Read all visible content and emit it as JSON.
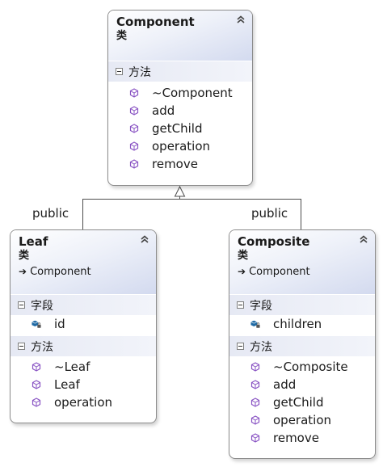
{
  "component": {
    "name": "Component",
    "kind": "类",
    "methods_label": "方法",
    "methods": [
      "~Component",
      "add",
      "getChild",
      "operation",
      "remove"
    ]
  },
  "leaf": {
    "name": "Leaf",
    "kind": "类",
    "base": "Component",
    "fields_label": "字段",
    "fields": [
      "id"
    ],
    "methods_label": "方法",
    "methods": [
      "~Leaf",
      "Leaf",
      "operation"
    ]
  },
  "composite": {
    "name": "Composite",
    "kind": "类",
    "base": "Component",
    "fields_label": "字段",
    "fields": [
      "children"
    ],
    "methods_label": "方法",
    "methods": [
      "~Composite",
      "add",
      "getChild",
      "operation",
      "remove"
    ]
  },
  "relations": {
    "leaf_access": "public",
    "composite_access": "public"
  },
  "colors": {
    "method_icon": "#8a55c4",
    "field_icon": "#1f6aa5",
    "connector": "#4d4d4d"
  }
}
